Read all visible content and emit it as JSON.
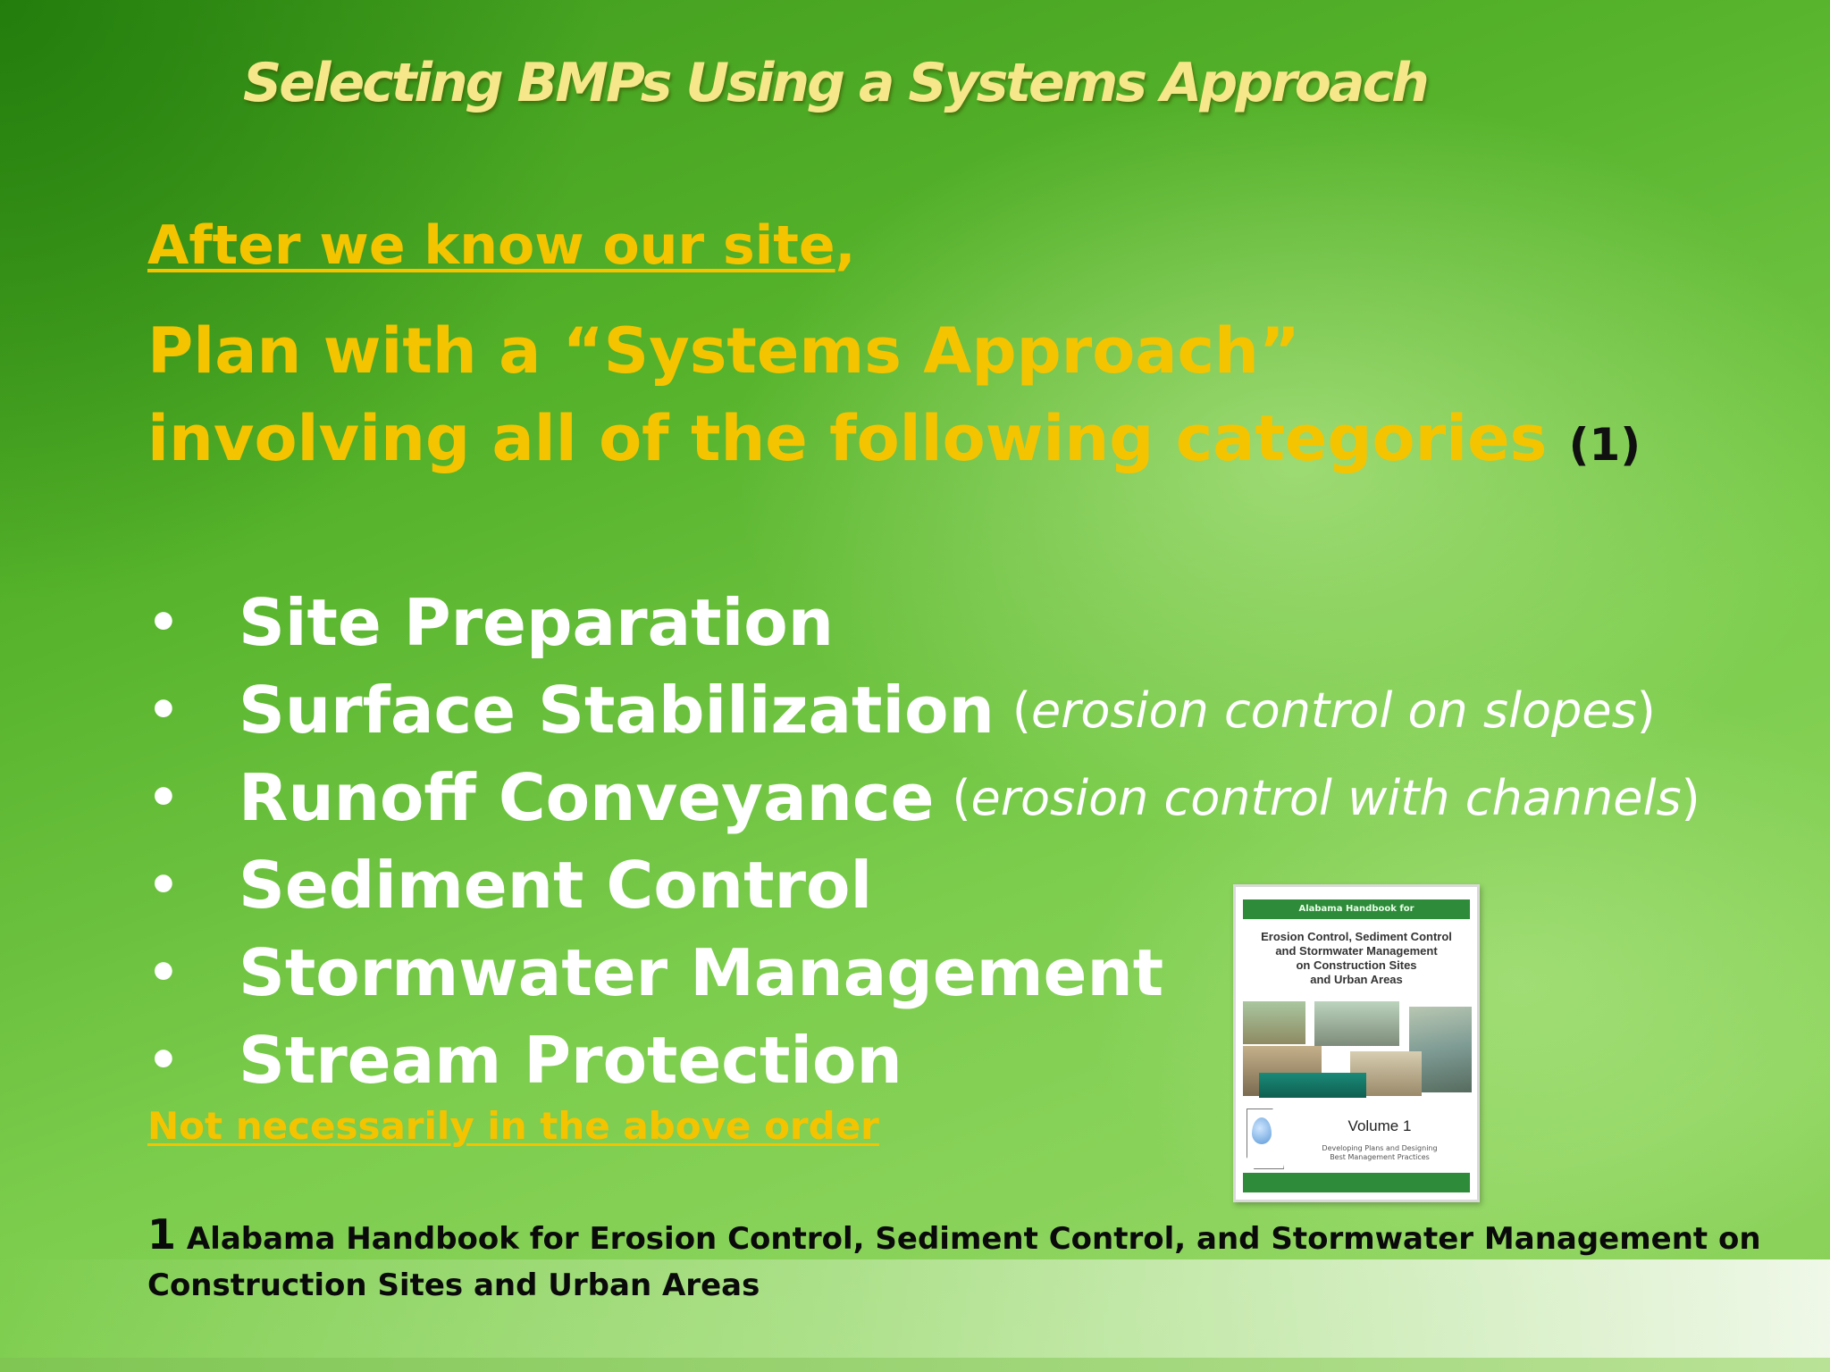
{
  "title": "Selecting BMPs Using a Systems Approach",
  "subtitle": {
    "underlined": "After we know our site",
    "suffix": ","
  },
  "plan_line": "Plan with a “Systems Approach”",
  "involving_line": {
    "text": "involving all of the following categories",
    "reference": "(1)"
  },
  "categories": [
    {
      "label": "Site Preparation"
    },
    {
      "label": "Surface Stabilization",
      "note_open": "(",
      "note": "erosion control on slopes",
      "note_close": ")"
    },
    {
      "label": "Runoff Conveyance",
      "note_open": "(",
      "note": "erosion control with channels",
      "note_close": ")"
    },
    {
      "label": "Sediment Control"
    },
    {
      "label": "Stormwater Management"
    },
    {
      "label": "Stream Protection"
    }
  ],
  "bullet_glyph": "•",
  "order_note": "Not necessarily in the above order",
  "footnote": {
    "number": "1",
    "text": "Alabama Handbook for Erosion Control, Sediment Control, and Stormwater Management on Construction Sites and Urban Areas"
  },
  "cover": {
    "header": "Alabama Handbook for",
    "title_lines": [
      "Erosion Control, Sediment Control",
      "and Stormwater Management",
      "on Construction Sites",
      "and Urban Areas"
    ],
    "volume": "Volume 1",
    "volume_sub": [
      "Developing Plans and Designing",
      "Best Management Practices"
    ]
  },
  "colors": {
    "title": "#f6e88a",
    "heading": "#f5c400",
    "bullets": "#ffffff",
    "footnote": "#0a0a0a"
  }
}
